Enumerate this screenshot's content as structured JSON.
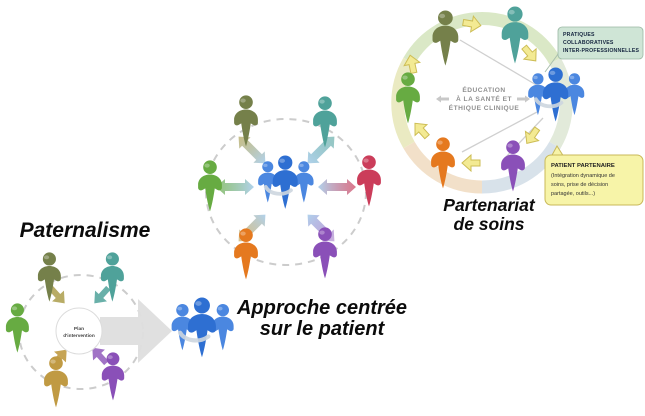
{
  "colors": {
    "olive": "#75804a",
    "teal": "#4fa29a",
    "green": "#67ab42",
    "gold": "#c09a43",
    "khaki": "#b0a355",
    "tan": "#c9a94e",
    "purple": "#8a50b8",
    "orange": "#e5791f",
    "red": "#cb3d5a",
    "blue": "#2e6fd2",
    "blue_light": "#4b87e0",
    "gray_arrow": "#dedede",
    "arrow_blue": "#a9cdea",
    "yellow_arrow": "#f3ea93",
    "yellow_arrow_border": "#cdbd55",
    "ring_green": "#d2e3b8",
    "ring_yellow": "#e6e6b4",
    "ring_orange": "#f0d9bc",
    "ring_blue": "#cfdbe6",
    "ring_right": "#dbe5d2",
    "callout_green_bg": "#cfe5d6",
    "callout_green_border": "#9bb8a4",
    "callout_yellow_bg": "#f7f4a8",
    "callout_yellow_border": "#c9b959"
  },
  "paternalisme": {
    "label": "Paternalisme",
    "center_line1": "Plan",
    "center_line2": "d'intervention"
  },
  "approche": {
    "label_line1": "Approche centrée",
    "label_line2": "sur le patient"
  },
  "partenariat": {
    "label_line1": "Partenariat",
    "label_line2": "de soins",
    "center_line1": "ÉDUCATION",
    "center_line2": "À LA SANTÉ ET",
    "center_line3": "ÉTHIQUE CLINIQUE",
    "green_callout": {
      "line1": "PRATIQUES",
      "line2": "COLLABORATIVES",
      "line3": "INTER-PROFESSIONNELLES"
    },
    "yellow_callout": {
      "title": "PATIENT PARTENAIRE",
      "line1": "(Intégration dynamique de",
      "line2": "soins, prise de décision",
      "line3": "partagée, outils...)"
    }
  }
}
